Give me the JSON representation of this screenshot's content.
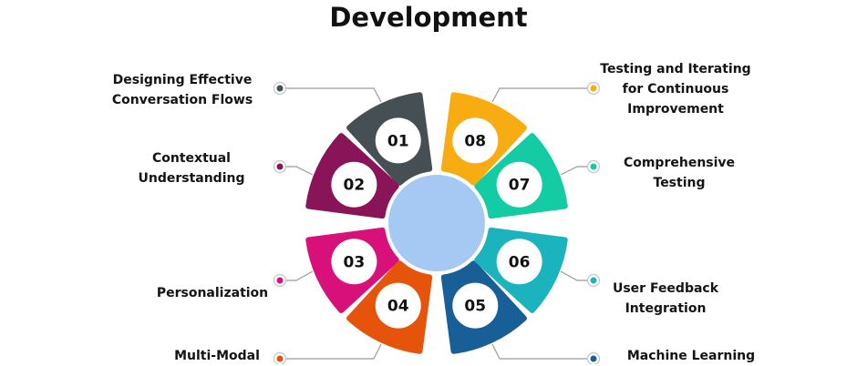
{
  "title": "Development",
  "steps": [
    {
      "number": "01",
      "label_lines": [
        "Designing Effective",
        "Conversation Flows"
      ],
      "color": "#454F54"
    },
    {
      "number": "02",
      "label_lines": [
        "Contextual",
        "Understanding"
      ],
      "color": "#8A1458"
    },
    {
      "number": "03",
      "label_lines": [
        "Personalization"
      ],
      "color": "#D8117A"
    },
    {
      "number": "04",
      "label_lines": [
        "Multi-Modal"
      ],
      "color": "#E6530A"
    },
    {
      "number": "05",
      "label_lines": [
        "Machine Learning"
      ],
      "color": "#175F96"
    },
    {
      "number": "06",
      "label_lines": [
        "User Feedback",
        "Integration"
      ],
      "color": "#1BB3BE"
    },
    {
      "number": "07",
      "label_lines": [
        "Comprehensive",
        "Testing"
      ],
      "color": "#14CCA4"
    },
    {
      "number": "08",
      "label_lines": [
        "Testing and Iterating",
        "for Continuous",
        "Improvement"
      ],
      "color": "#F7AC12"
    }
  ],
  "center_color": "#A6C9F4"
}
